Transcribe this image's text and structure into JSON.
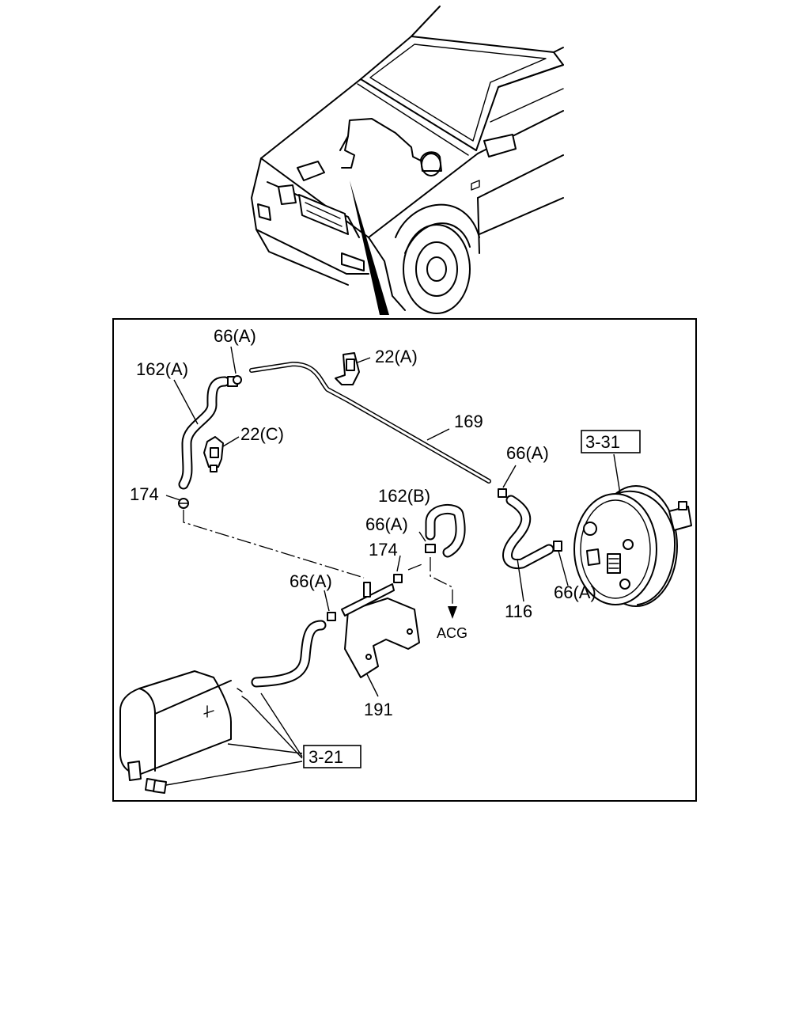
{
  "labels": {
    "clip_66a_top": "66(A)",
    "hose_162a": "162(A)",
    "clamp_22a": "22(A)",
    "pipe_169": "169",
    "clamp_22c": "22(C)",
    "clip_66a_right": "66(A)",
    "ref_3_31": "3-31",
    "hose_162b": "162(B)",
    "clip_174_left": "174",
    "clip_66a_mid": "66(A)",
    "clip_174_mid": "174",
    "clip_66a_lower": "66(A)",
    "hose_116": "116",
    "clip_66a_booster": "66(A)",
    "acg": "ACG",
    "bracket_191": "191",
    "ref_3_21": "3-21"
  }
}
